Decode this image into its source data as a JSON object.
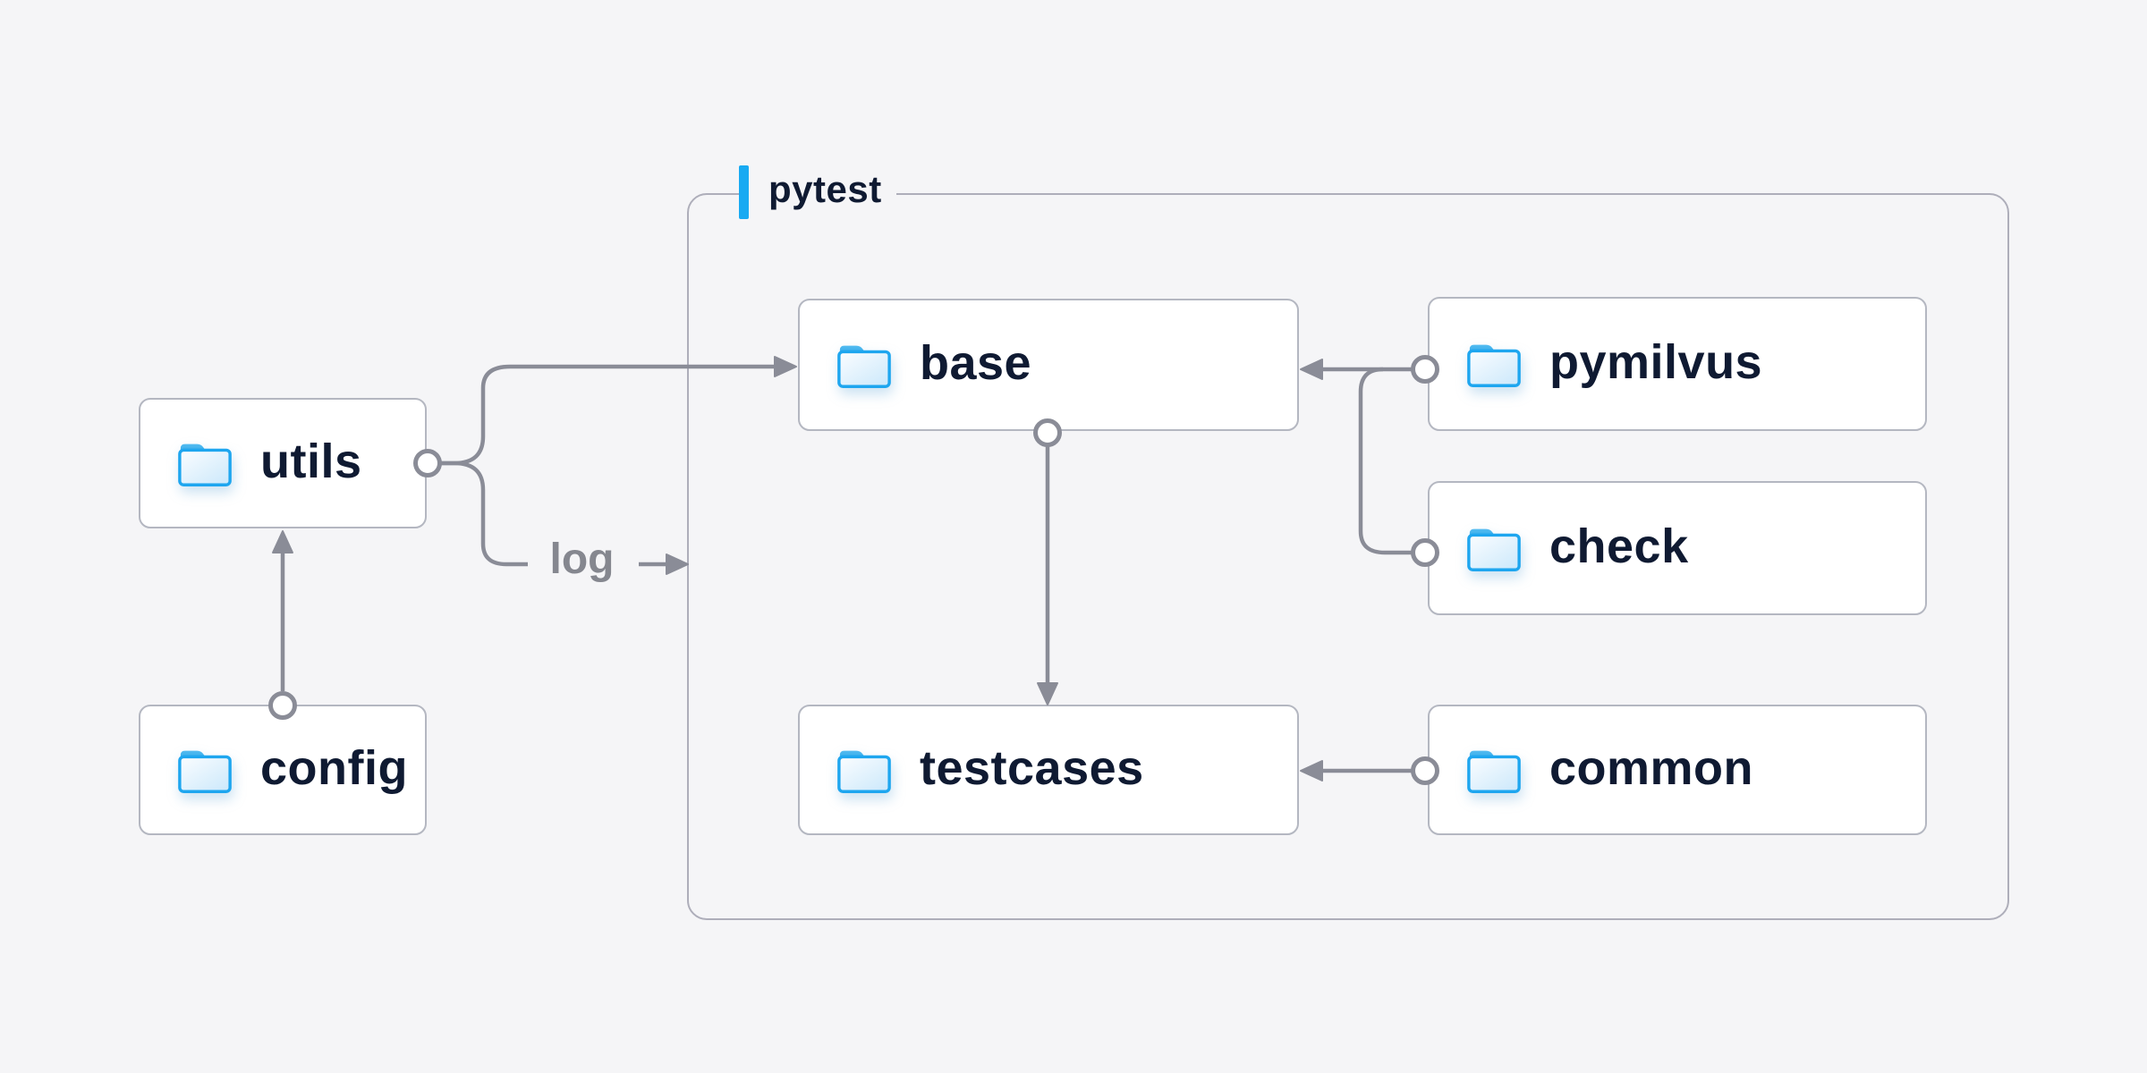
{
  "page": {
    "background": "#f5f5f7"
  },
  "container": {
    "label": "pytest",
    "accent_color": "#18aaf2",
    "border_color": "#aeaeba"
  },
  "nodes": {
    "utils": {
      "label": "utils",
      "icon": "folder-icon"
    },
    "config": {
      "label": "config",
      "icon": "folder-icon"
    },
    "base": {
      "label": "base",
      "icon": "folder-icon"
    },
    "testcases": {
      "label": "testcases",
      "icon": "folder-icon"
    },
    "pymilvus": {
      "label": "pymilvus",
      "icon": "folder-icon"
    },
    "check": {
      "label": "check",
      "icon": "folder-icon"
    },
    "common": {
      "label": "common",
      "icon": "folder-icon"
    }
  },
  "edges": [
    {
      "from": "config",
      "to": "utils",
      "label": ""
    },
    {
      "from": "utils",
      "to": "base",
      "label": ""
    },
    {
      "from": "utils",
      "to": "pytest-container",
      "label": "log"
    },
    {
      "from": "pymilvus",
      "to": "base",
      "label": ""
    },
    {
      "from": "check",
      "to": "base",
      "label": ""
    },
    {
      "from": "base",
      "to": "testcases",
      "label": ""
    },
    {
      "from": "common",
      "to": "testcases",
      "label": ""
    }
  ],
  "colors": {
    "line_gray": "#8a8c97",
    "node_border": "#b4b7c1",
    "text_navy": "#0f1a32",
    "log_text_gray": "#85878f",
    "folder_stroke": "#1ea6ef",
    "folder_tab": "#27a2e4",
    "folder_fill_light": "#ffffff",
    "folder_fill_dark": "#cde9fb"
  }
}
